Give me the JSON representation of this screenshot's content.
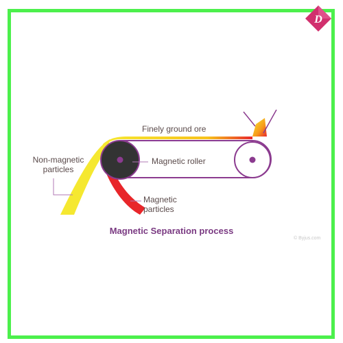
{
  "labels": {
    "non_magnetic": "Non-magnetic\nparticles",
    "magnetic_particles": "Magnetic\nparticles",
    "magnetic_roller": "Magnetic roller",
    "finely_ground_ore": "Finely ground ore"
  },
  "caption": "Magnetic Separation process",
  "watermark": "© Byjus.com",
  "logo_letter": "D",
  "colors": {
    "frame": "#4cf04c",
    "belt": "#8b3b8f",
    "roller_dark": "#333333",
    "roller_center": "#8b3b8f",
    "non_magnetic_stream": "#f5e830",
    "magnetic_stream": "#e8262a",
    "ore_stream": "#f7a21b",
    "caption": "#7a3a82",
    "logo": "#d1306e"
  }
}
